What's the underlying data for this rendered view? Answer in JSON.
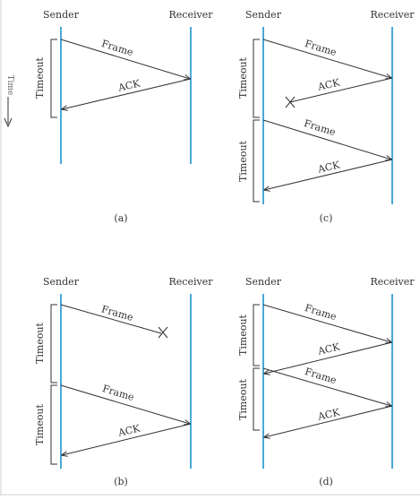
{
  "time_axis_label": "Time",
  "diagrams": [
    {
      "id": "a",
      "caption": "(a)",
      "sender_label": "Sender",
      "receiver_label": "Receiver",
      "timeouts": [
        "Timeout"
      ],
      "messages": [
        {
          "label": "Frame",
          "direction": "sender-to-receiver",
          "lost": false
        },
        {
          "label": "ACK",
          "direction": "receiver-to-sender",
          "lost": false
        }
      ]
    },
    {
      "id": "c",
      "caption": "(c)",
      "sender_label": "Sender",
      "receiver_label": "Receiver",
      "timeouts": [
        "Timeout",
        "Timeout"
      ],
      "messages": [
        {
          "label": "Frame",
          "direction": "sender-to-receiver",
          "lost": false
        },
        {
          "label": "ACK",
          "direction": "receiver-to-sender",
          "lost": true
        },
        {
          "label": "Frame",
          "direction": "sender-to-receiver",
          "lost": false
        },
        {
          "label": "ACK",
          "direction": "receiver-to-sender",
          "lost": false
        }
      ]
    },
    {
      "id": "b",
      "caption": "(b)",
      "sender_label": "Sender",
      "receiver_label": "Receiver",
      "timeouts": [
        "Timeout",
        "Timeout"
      ],
      "messages": [
        {
          "label": "Frame",
          "direction": "sender-to-receiver",
          "lost": true
        },
        {
          "label": "Frame",
          "direction": "sender-to-receiver",
          "lost": false
        },
        {
          "label": "ACK",
          "direction": "receiver-to-sender",
          "lost": false
        }
      ]
    },
    {
      "id": "d",
      "caption": "(d)",
      "sender_label": "Sender",
      "receiver_label": "Receiver",
      "timeouts": [
        "Timeout",
        "Timeout"
      ],
      "messages": [
        {
          "label": "Frame",
          "direction": "sender-to-receiver",
          "lost": false
        },
        {
          "label": "ACK",
          "direction": "receiver-to-sender",
          "lost": false
        },
        {
          "label": "Frame",
          "direction": "sender-to-receiver",
          "lost": false
        },
        {
          "label": "ACK",
          "direction": "receiver-to-sender",
          "lost": false
        }
      ]
    }
  ],
  "colors": {
    "lifeline": "#4aa8d8",
    "arrow": "#333333",
    "text": "#333333",
    "border": "#cfcfcf"
  }
}
